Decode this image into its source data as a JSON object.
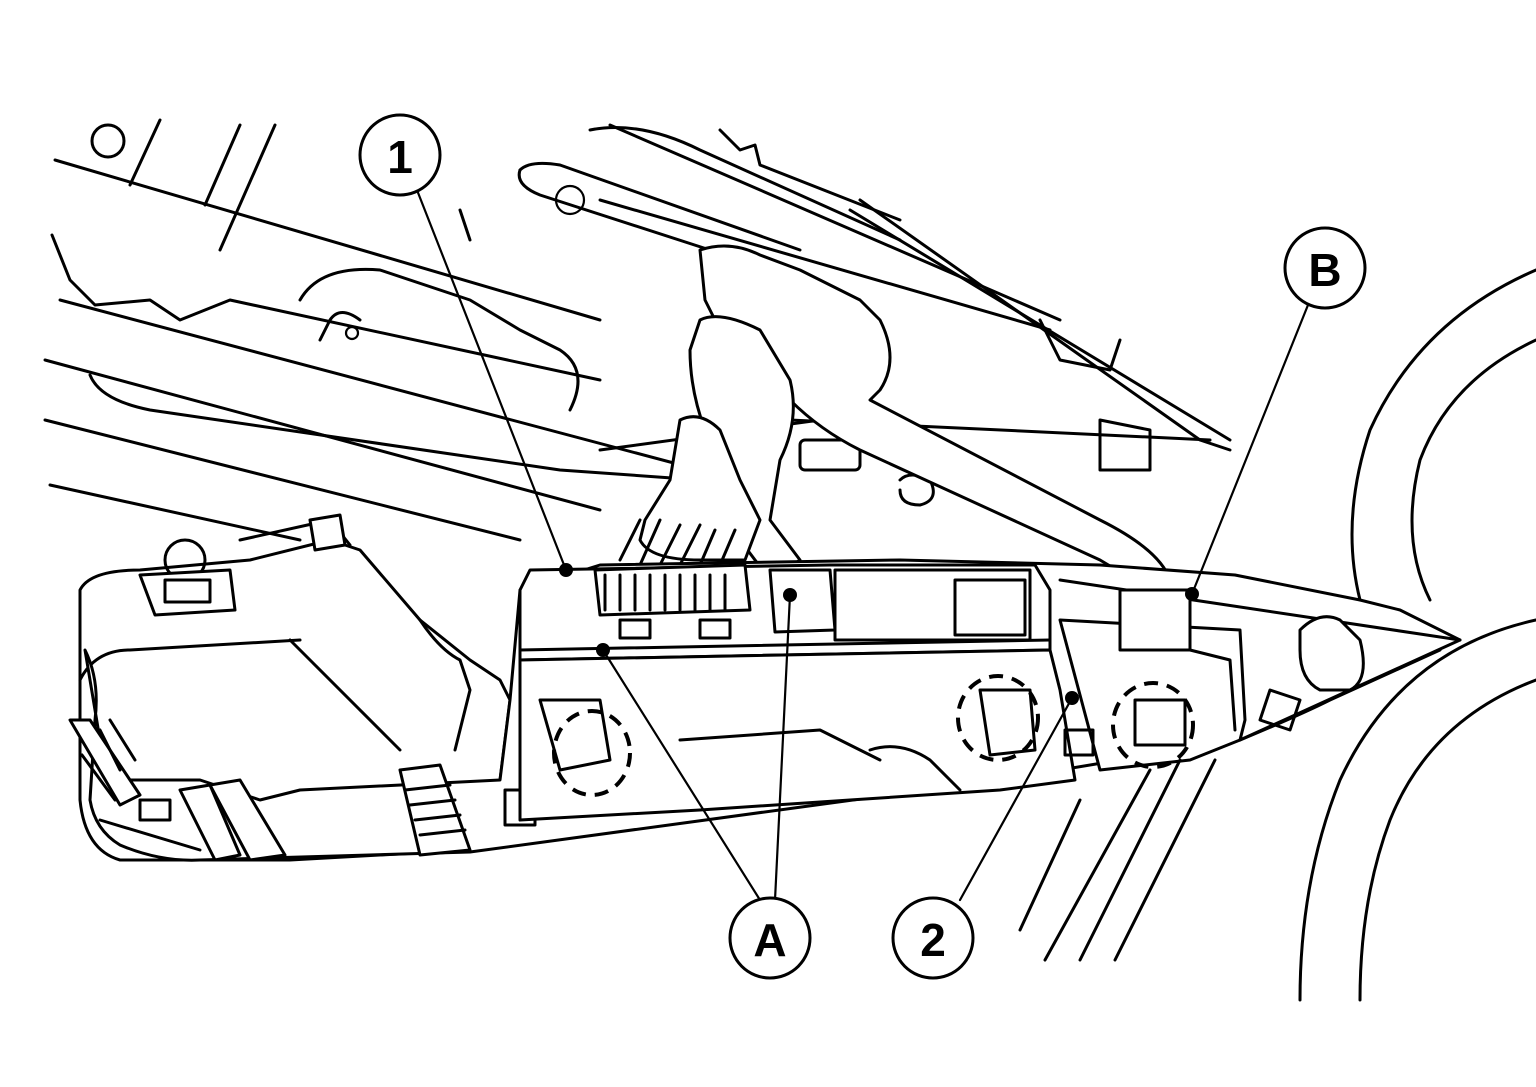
{
  "callouts": {
    "c1": "1",
    "c2": "2",
    "cA": "A",
    "cB": "B"
  },
  "colors": {
    "line": "#000000",
    "background": "#ffffff"
  }
}
